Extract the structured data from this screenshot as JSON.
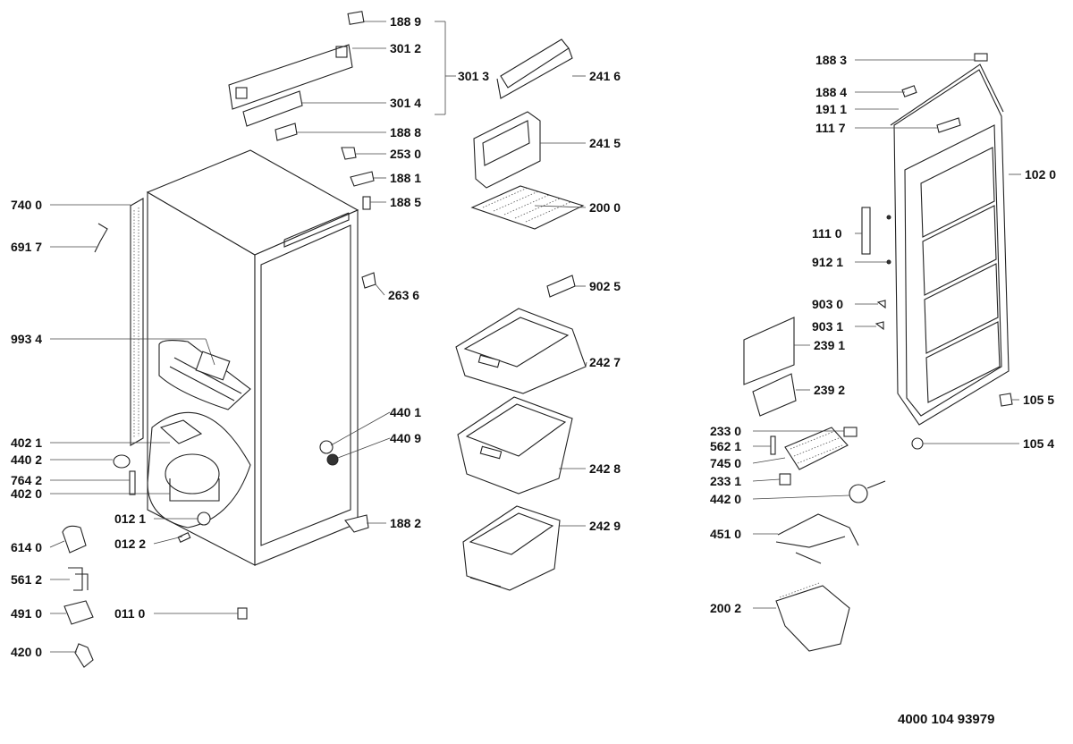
{
  "diagram": {
    "document_number": "4000 104 93979",
    "callouts": [
      {
        "id": "c1889",
        "label": "188 9"
      },
      {
        "id": "c3012",
        "label": "301 2"
      },
      {
        "id": "c3013",
        "label": "301 3"
      },
      {
        "id": "c3014",
        "label": "301 4"
      },
      {
        "id": "c1888",
        "label": "188 8"
      },
      {
        "id": "c2530",
        "label": "253 0"
      },
      {
        "id": "c1881",
        "label": "188 1"
      },
      {
        "id": "c1885",
        "label": "188 5"
      },
      {
        "id": "c7400",
        "label": "740 0"
      },
      {
        "id": "c6917",
        "label": "691 7"
      },
      {
        "id": "c2636",
        "label": "263 6"
      },
      {
        "id": "c9934",
        "label": "993 4"
      },
      {
        "id": "c4401",
        "label": "440 1"
      },
      {
        "id": "c4409",
        "label": "440 9"
      },
      {
        "id": "c4021",
        "label": "402 1"
      },
      {
        "id": "c4402",
        "label": "440 2"
      },
      {
        "id": "c7642",
        "label": "764 2"
      },
      {
        "id": "c4020",
        "label": "402 0"
      },
      {
        "id": "c0121",
        "label": "012 1"
      },
      {
        "id": "c0122",
        "label": "012 2"
      },
      {
        "id": "c1882",
        "label": "188 2"
      },
      {
        "id": "c6140",
        "label": "614 0"
      },
      {
        "id": "c5612",
        "label": "561 2"
      },
      {
        "id": "c4910",
        "label": "491 0"
      },
      {
        "id": "c0110",
        "label": "011 0"
      },
      {
        "id": "c4200",
        "label": "420 0"
      },
      {
        "id": "c2416",
        "label": "241 6"
      },
      {
        "id": "c2415",
        "label": "241 5"
      },
      {
        "id": "c2000",
        "label": "200 0"
      },
      {
        "id": "c9025",
        "label": "902 5"
      },
      {
        "id": "c2427",
        "label": "242 7"
      },
      {
        "id": "c2428",
        "label": "242 8"
      },
      {
        "id": "c2429",
        "label": "242 9"
      },
      {
        "id": "c1883",
        "label": "188 3"
      },
      {
        "id": "c1884",
        "label": "188 4"
      },
      {
        "id": "c1911",
        "label": "191 1"
      },
      {
        "id": "c1117",
        "label": "111 7"
      },
      {
        "id": "c1020",
        "label": "102 0"
      },
      {
        "id": "c1110",
        "label": "111 0"
      },
      {
        "id": "c9121",
        "label": "912 1"
      },
      {
        "id": "c9030",
        "label": "903 0"
      },
      {
        "id": "c9031",
        "label": "903 1"
      },
      {
        "id": "c2391",
        "label": "239 1"
      },
      {
        "id": "c2392",
        "label": "239 2"
      },
      {
        "id": "c1055",
        "label": "105 5"
      },
      {
        "id": "c2330",
        "label": "233 0"
      },
      {
        "id": "c1054",
        "label": "105 4"
      },
      {
        "id": "c5621",
        "label": "562 1"
      },
      {
        "id": "c7450",
        "label": "745 0"
      },
      {
        "id": "c2331",
        "label": "233 1"
      },
      {
        "id": "c4420",
        "label": "442 0"
      },
      {
        "id": "c4510",
        "label": "451 0"
      },
      {
        "id": "c2002",
        "label": "200 2"
      }
    ]
  }
}
